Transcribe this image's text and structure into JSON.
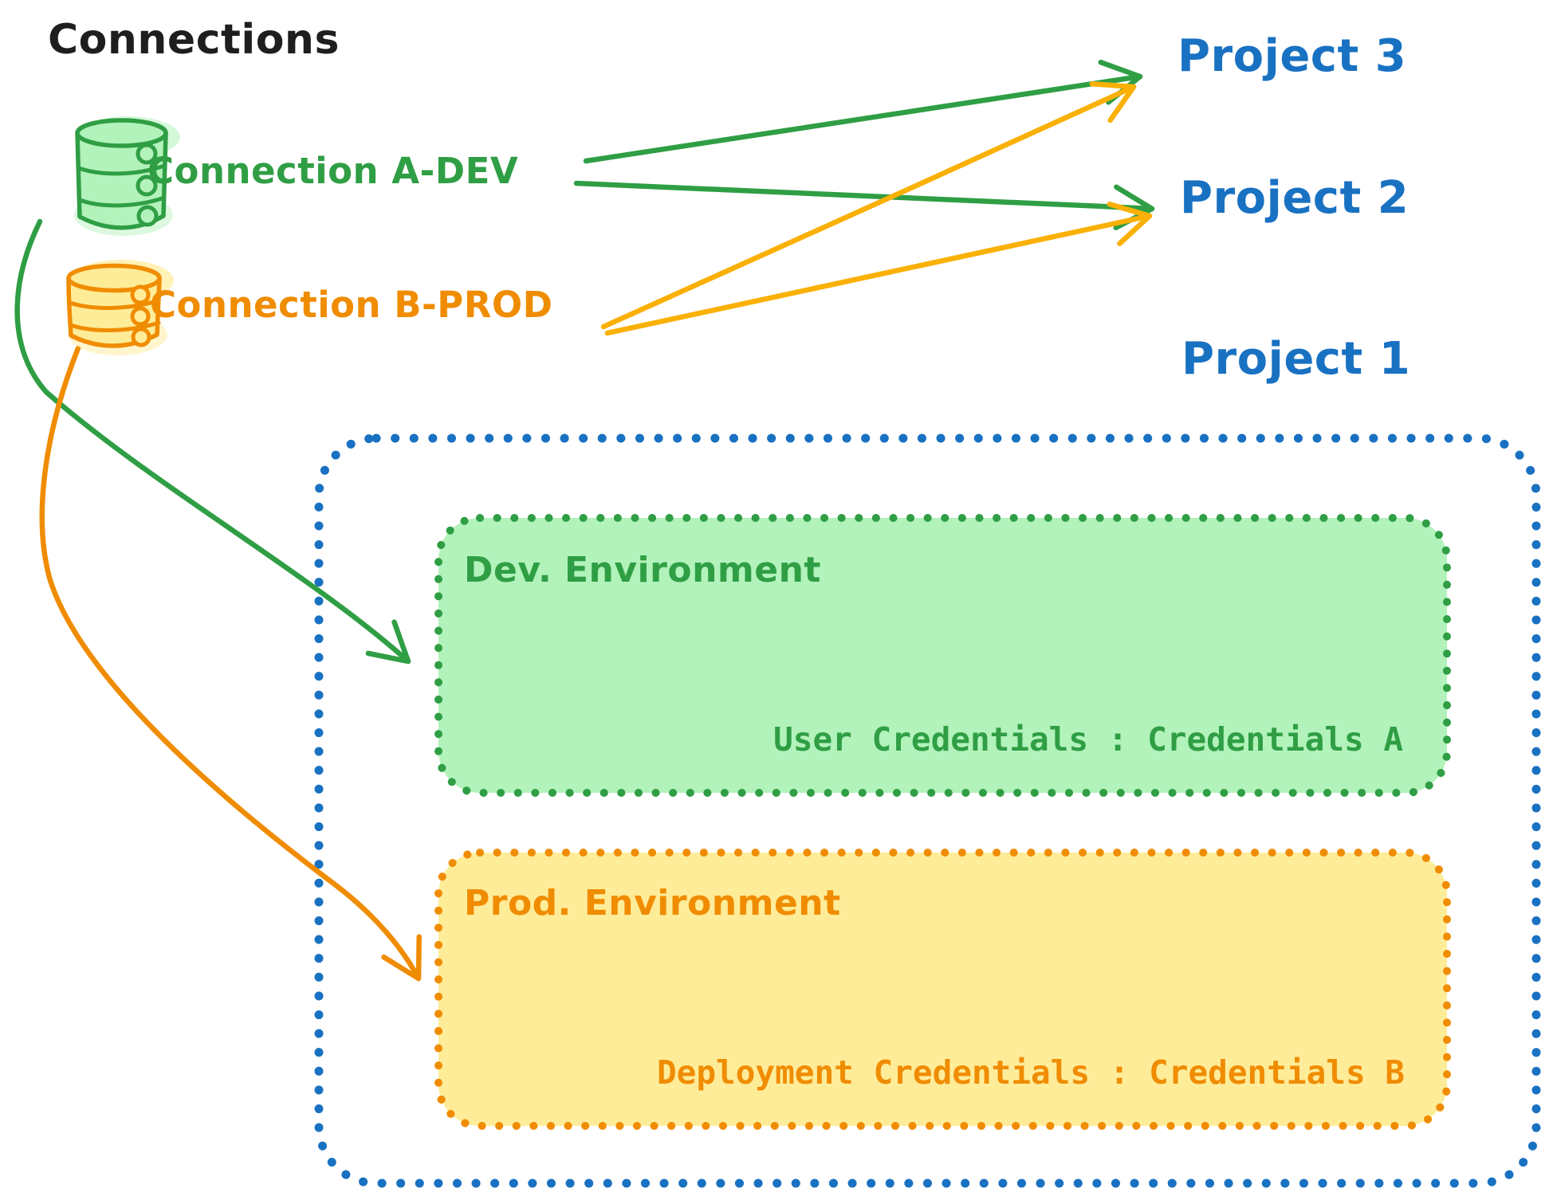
{
  "title": "Connections",
  "connections": {
    "a": {
      "label": "Connection A-DEV",
      "color": "#2f9e44"
    },
    "b": {
      "label": "Connection B-PROD",
      "color": "#f08c00"
    }
  },
  "projects": {
    "p3": {
      "label": "Project 3"
    },
    "p2": {
      "label": "Project 2"
    },
    "p1": {
      "label": "Project 1"
    }
  },
  "environments": {
    "dev": {
      "title": "Dev. Environment",
      "credentials": "User Credentials : Credentials A"
    },
    "prod": {
      "title": "Prod. Environment",
      "credentials": "Deployment Credentials : Credentials B"
    }
  },
  "icons": {
    "dev_database": "database-icon",
    "prod_database": "database-icon"
  },
  "edges": [
    {
      "from": "Connection A-DEV",
      "to": "Project 3"
    },
    {
      "from": "Connection A-DEV",
      "to": "Project 2"
    },
    {
      "from": "Connection B-PROD",
      "to": "Project 3"
    },
    {
      "from": "Connection B-PROD",
      "to": "Project 2"
    },
    {
      "from": "Connection A-DEV",
      "to": "Dev. Environment"
    },
    {
      "from": "Connection B-PROD",
      "to": "Prod. Environment"
    }
  ],
  "colors": {
    "ink": "#1e1e1e",
    "green_stroke": "#2f9e44",
    "green_fill": "#b2f2bb",
    "orange_stroke": "#f08c00",
    "orange_fill": "#ffec99",
    "amber_arrow": "#fab005",
    "blue": "#1971c2",
    "background": "#ffffff"
  }
}
